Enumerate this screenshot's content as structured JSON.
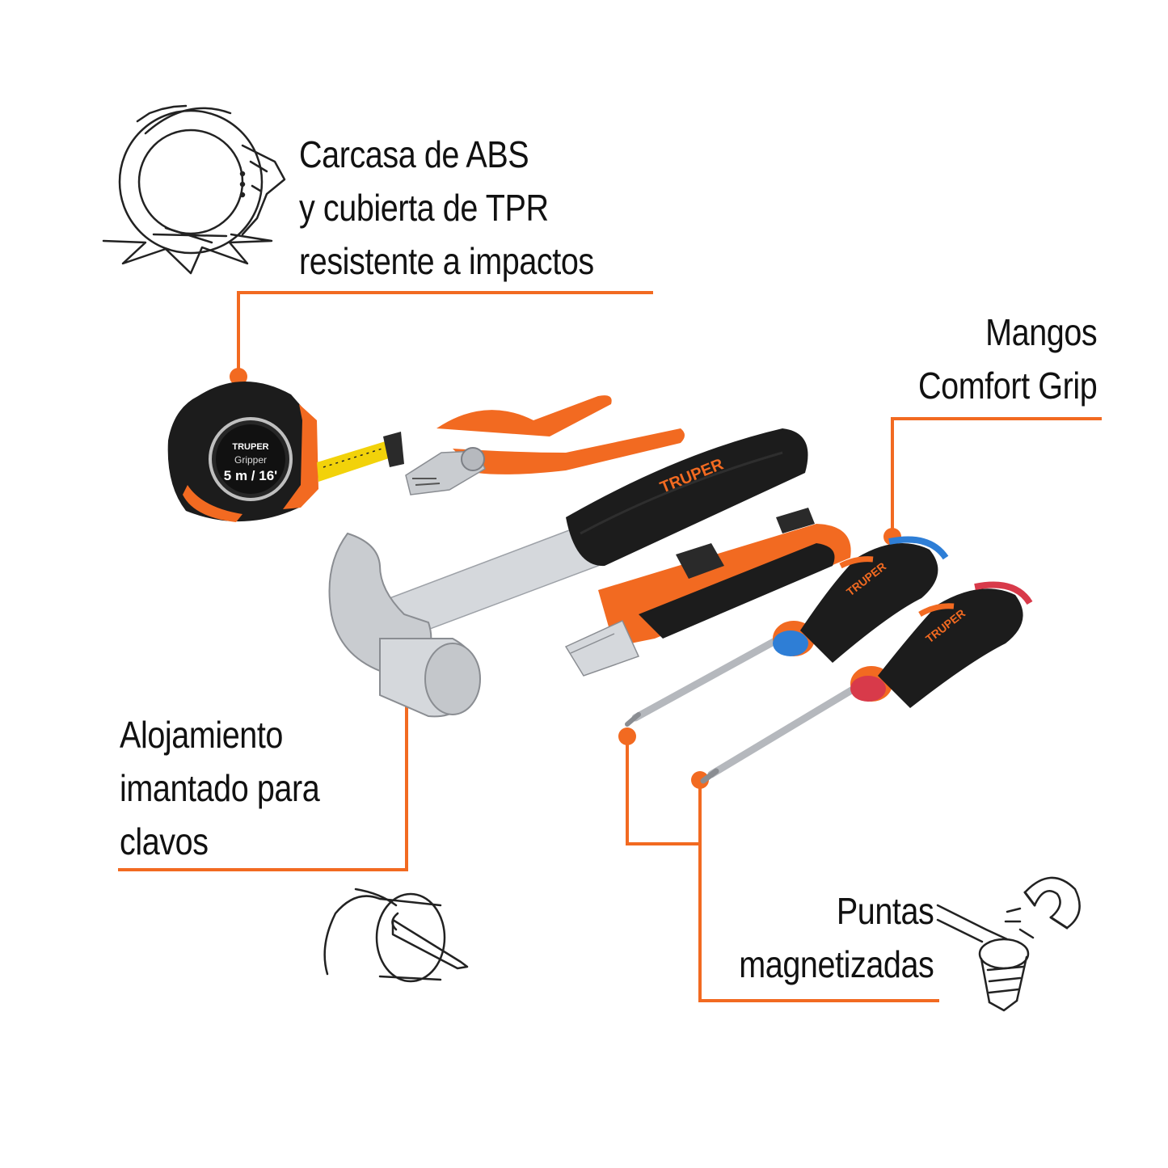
{
  "callouts": {
    "carcasa": {
      "line1": "Carcasa de ABS",
      "line2": "y cubierta de TPR",
      "line3": "resistente a impactos"
    },
    "mangos": {
      "line1": "Mangos",
      "line2": "Comfort Grip"
    },
    "alojamiento": {
      "line1": "Alojamiento",
      "line2": "imantado para",
      "line3": "clavos"
    },
    "puntas": {
      "line1": "Puntas",
      "line2": "magnetizadas"
    }
  },
  "tape_measure": {
    "brand": "TRUPER",
    "model": "Gripper",
    "size": "5 m / 16'"
  },
  "tools": [
    {
      "icon": "tape-measure-icon",
      "brand": "TRUPER"
    },
    {
      "icon": "pliers-icon"
    },
    {
      "icon": "claw-hammer-icon",
      "brand": "TRUPER"
    },
    {
      "icon": "utility-knife-icon"
    },
    {
      "icon": "phillips-screwdriver-icon",
      "brand": "TRUPER"
    },
    {
      "icon": "flat-screwdriver-icon",
      "brand": "TRUPER"
    }
  ],
  "colors": {
    "accent": "#f26a21",
    "text": "#111111",
    "handle_black": "#1c1c1c",
    "steel": "#c9ccd0"
  }
}
